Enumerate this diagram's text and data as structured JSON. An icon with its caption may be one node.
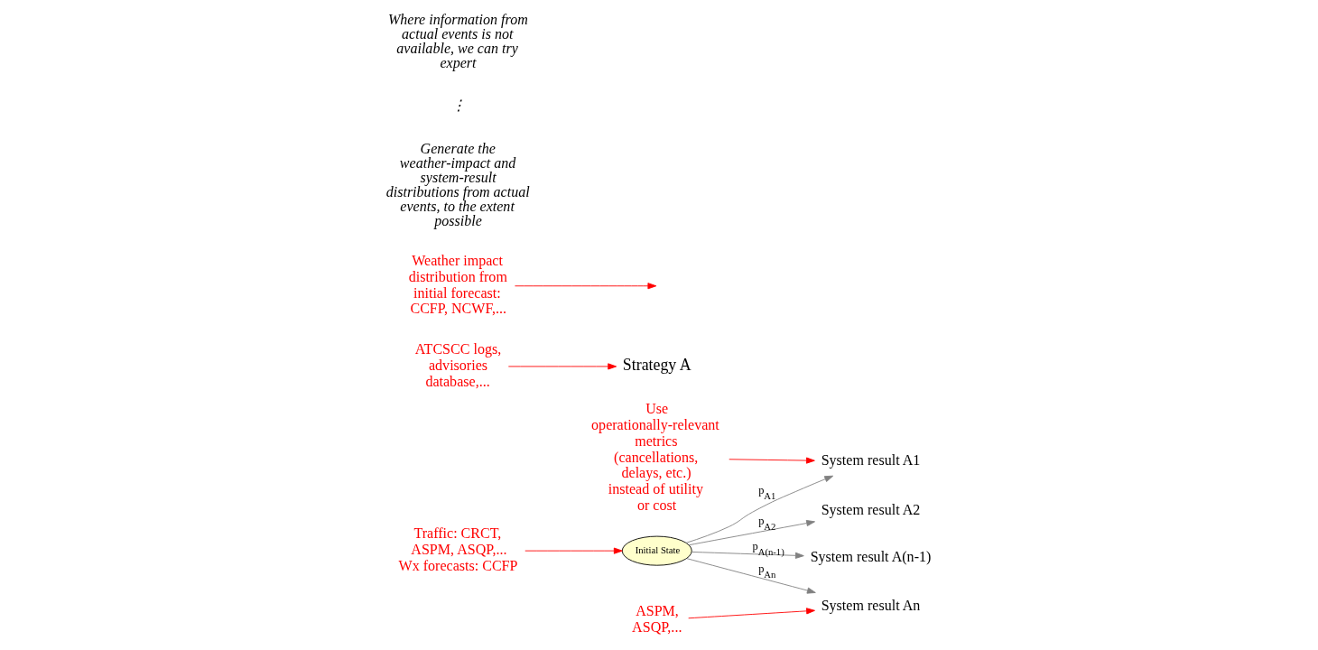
{
  "diagram": {
    "nodes": [
      {
        "text": [
          "Initial State"
        ]
      },
      {
        "text": [
          "Strategy A"
        ]
      },
      {
        "text": [
          "System result A1"
        ]
      },
      {
        "text": [
          "System result A2"
        ]
      },
      {
        "text": [
          "System result A(n-1)"
        ]
      },
      {
        "text": [
          "System result An"
        ]
      },
      {
        "text": [
          "Use operationally-relevant metrics (cancellations, delays, etc.) instead of utility or cost"
        ]
      },
      {
        "text": [
          "Traffic: CRCT, ASPM, ASQP,...",
          "Wx forecasts: CCFP"
        ]
      },
      {
        "text": [
          "ATCSCC logs, advisories database,..."
        ]
      },
      {
        "text": [
          "Weather impact distribution from initial forecast: CCFP, NCWF,..."
        ]
      },
      {
        "text": [
          "ASPM, ASQP,..."
        ]
      }
    ],
    "edges": [
      {
        "from": 0,
        "to": 2,
        "arrow": "to",
        "label": "p$_{A1}$",
        "color": "#808080"
      },
      {
        "from": 0,
        "to": 3,
        "arrow": "to",
        "label": "p$_{A2}$",
        "color": "#808080"
      },
      {
        "from": 0,
        "to": 4,
        "arrow": "to",
        "label": "p$_{A(n-1)}$",
        "color": "#808080"
      },
      {
        "from": 0,
        "to": 5,
        "arrow": "to",
        "label": "p$_{An}$",
        "color": "#808080"
      },
      {
        "from": 6,
        "to": 2,
        "arrow": "to"
      },
      {
        "from": 7,
        "to": 0,
        "arrow": "to"
      },
      {
        "from": 8,
        "to": 1,
        "arrow": "to"
      },
      {
        "from": 9,
        "to": null,
        "arrow": "to"
      },
      {
        "from": 10,
        "to": 5,
        "arrow": "to"
      }
    ],
    "labels": [
      "Generate the weather-impact and system-result distributions from actual events, to the extent possible",
      "⋮",
      "Where information from actual events is not available, we can try expert"
    ]
  }
}
